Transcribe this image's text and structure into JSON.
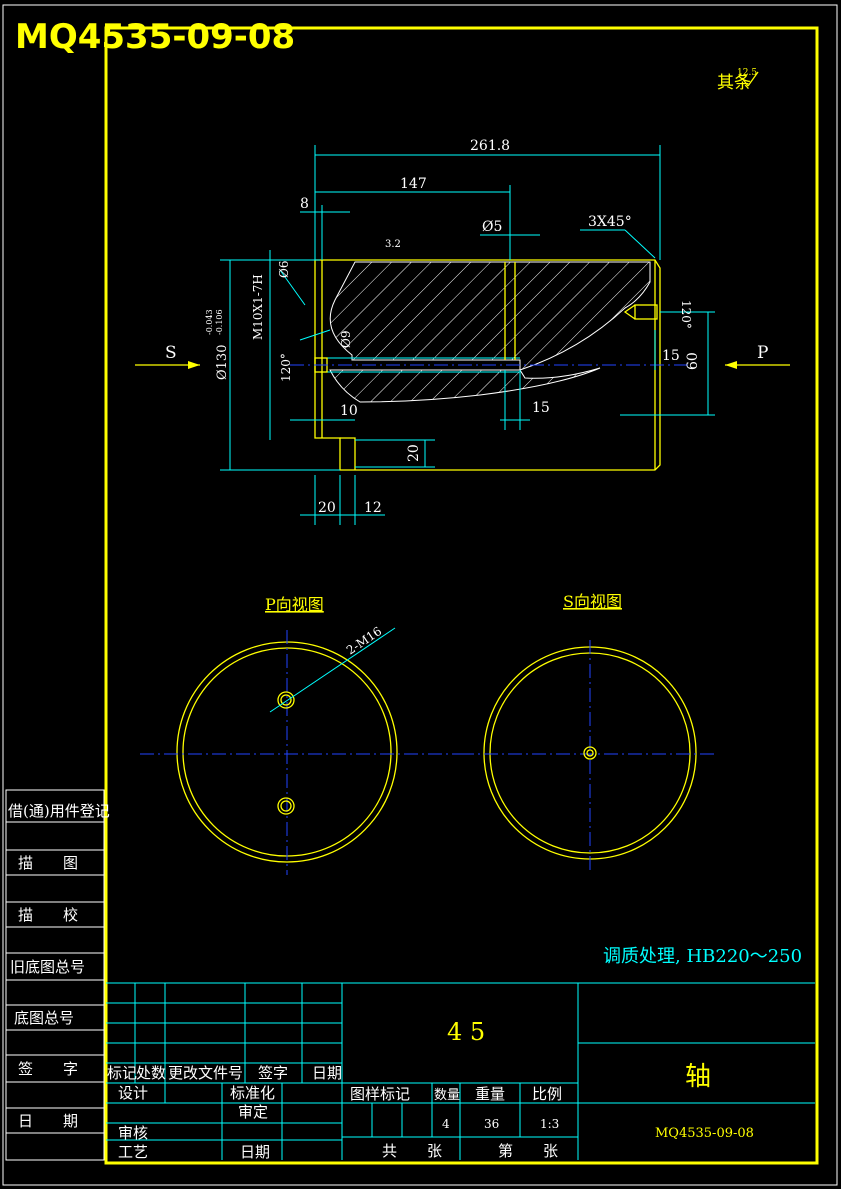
{
  "title_code": "MQ4535-09-08",
  "roughness_note": "其条",
  "roughness_value": "12.5",
  "dimensions": {
    "total_length": "261.8",
    "length_147": "147",
    "offset_8": "8",
    "hole_05": "Ø5",
    "chamfer": "3X45°",
    "roughness_32": "3.2",
    "d_6": "Ø6",
    "thread": "M10X1-7H",
    "diameter": "Ø130",
    "tol_upper": "-0.043",
    "tol_lower": "-0.106",
    "d_9": "Ø9",
    "angle_120_left": "120°",
    "angle_120_right": "120°",
    "d_10": "10",
    "d_15_bottom": "15",
    "d_15_right": "15",
    "d_60": "60",
    "d_20_slot": "20",
    "d_20": "20",
    "d_12": "12",
    "view_s": "S",
    "view_p": "P"
  },
  "views": {
    "p_view_title": "P向视图",
    "s_view_title": "S向视图",
    "holes_label": "2-M16"
  },
  "heat_treatment": "调质处理, HB220～250",
  "left_column": [
    "借(通)用件登记",
    "描　　图",
    "描　　校",
    "旧底图总号",
    "底图总号",
    "签　　字",
    "日　　期"
  ],
  "title_block": {
    "material": "4 5",
    "part_name": "轴",
    "drawing_no": "MQ4535-09-08",
    "revision_headers": [
      "标记",
      "处数",
      "更改文件号",
      "签字",
      "日期"
    ],
    "design": "设计",
    "standardization": "标准化",
    "check": "审核",
    "approve": "审定",
    "process": "工艺",
    "date": "日期",
    "marking": "图样标记",
    "quantity_label": "数量",
    "weight_label": "重量",
    "scale_label": "比例",
    "quantity": "4",
    "weight": "36",
    "scale": "1:3",
    "total_sheets": "共　　张",
    "sheet_no": "第　　张"
  }
}
